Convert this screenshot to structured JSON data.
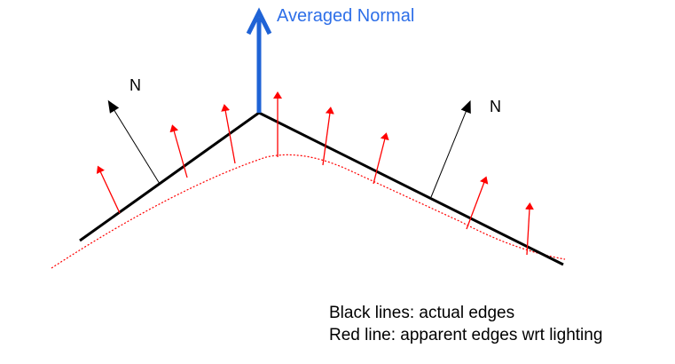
{
  "diagram": {
    "averaged_normal_label": "Averaged Normal",
    "left_normal_label": "N",
    "right_normal_label": "N",
    "caption_black": "Black lines: actual edges",
    "caption_red": "Red line: apparent edges wrt lighting"
  },
  "colors": {
    "actual_edge": "#000000",
    "apparent_edge": "#ff0000",
    "interpolated_normal": "#ff0000",
    "averaged_normal": "#1f63d6",
    "averaged_label": "#2e6fe8",
    "face_normal": "#000000"
  }
}
